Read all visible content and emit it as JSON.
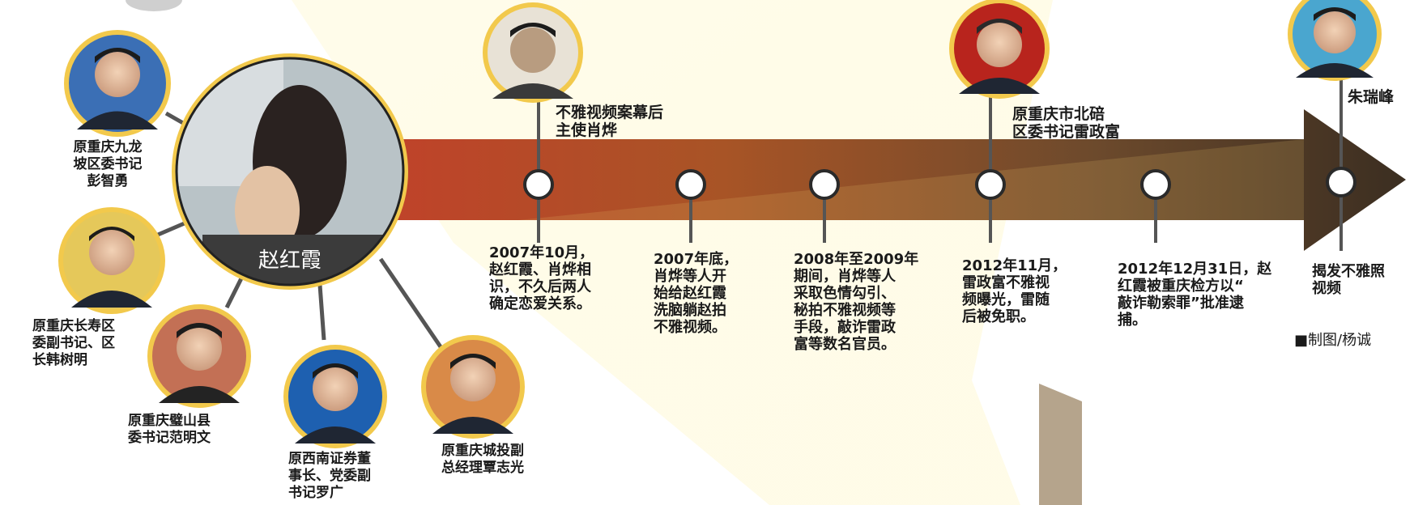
{
  "center": {
    "name": "赵红霞"
  },
  "officials": [
    {
      "id": "peng",
      "label_lines": [
        "原重庆九龙",
        "坡区委书记",
        "彭智勇"
      ]
    },
    {
      "id": "han",
      "label_lines": [
        "原重庆长寿区",
        "委副书记、区",
        "长韩树明"
      ]
    },
    {
      "id": "fan",
      "label_lines": [
        "原重庆璧山县",
        "委书记范明文"
      ]
    },
    {
      "id": "luo",
      "label_lines": [
        "原西南证券董",
        "事长、党委副",
        "书记罗广"
      ]
    },
    {
      "id": "tan",
      "label_lines": [
        "原重庆城投副",
        "总经理覃志光"
      ]
    }
  ],
  "persons_on_timeline": [
    {
      "id": "xiao",
      "label_lines": [
        "不雅视频案幕后",
        "主使肖烨"
      ]
    },
    {
      "id": "lei",
      "label_lines": [
        "原重庆市北碚",
        "区委书记雷政富"
      ]
    },
    {
      "id": "zhu",
      "label_lines": [
        "朱瑞峰"
      ]
    }
  ],
  "events": [
    {
      "id": "e1",
      "lines": [
        "2007年10月，",
        "赵红霞、肖烨相",
        "识，不久后两人",
        "确定恋爱关系。"
      ]
    },
    {
      "id": "e2",
      "lines": [
        "2007年底，",
        "肖烨等人开",
        "始给赵红霞",
        "洗脑躺赵拍",
        "不雅视频。"
      ]
    },
    {
      "id": "e3",
      "lines": [
        "2008年至2009年",
        "期间，肖烨等人",
        "采取色情勾引、",
        "秘拍不雅视频等",
        "手段，敲诈雷政",
        "富等数名官员。"
      ]
    },
    {
      "id": "e4",
      "lines": [
        "2012年11月，",
        "雷政富不雅视",
        "频曝光，雷随",
        "后被免职。"
      ]
    },
    {
      "id": "e5",
      "lines": [
        "2012年12月31日，赵",
        "红霞被重庆检方以“",
        "敲诈勒索罪”批准逮",
        "捕。"
      ]
    },
    {
      "id": "e6",
      "lines": [
        "揭发不雅照",
        "视频"
      ]
    }
  ],
  "credit": "■制图/杨诚",
  "colors": {
    "arrow_start": "#b8412b",
    "arrow_mid": "#9a5a2a",
    "arrow_end": "#3e3122",
    "connector": "#555555",
    "dot_fill": "#ffffff",
    "ring": "#f2c94c",
    "background_beam": "#fff7c4",
    "tan_block": "#b5a48c"
  },
  "icons": {
    "timeline": "arrow-right-icon",
    "milestone": "circle-dot-icon"
  }
}
